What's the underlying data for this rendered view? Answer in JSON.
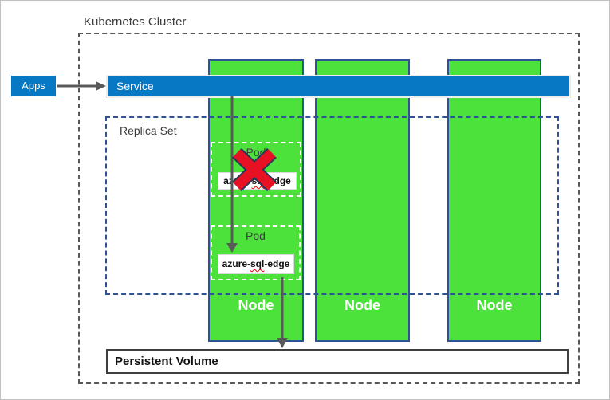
{
  "diagram": {
    "cluster_label": "Kubernetes Cluster",
    "apps_label": "Apps",
    "service_label": "Service",
    "replica_set_label": "Replica Set",
    "pods": [
      {
        "label": "Pod",
        "image_prefix": "azure-",
        "image_typo": "sql",
        "image_suffix": "-edge",
        "status": "failed"
      },
      {
        "label": "Pod",
        "image_prefix": "azure-",
        "image_typo": "sql",
        "image_suffix": "-edge",
        "status": "running"
      }
    ],
    "nodes": [
      {
        "label": "Node"
      },
      {
        "label": "Node"
      },
      {
        "label": "Node"
      }
    ],
    "persistent_volume_label": "Persistent Volume",
    "colors": {
      "node_green": "#4de13c",
      "node_border_navy": "#2e5395",
      "service_blue": "#0778c4",
      "cluster_dash_gray": "#595959",
      "replica_dash_navy": "#2e5395",
      "arrow_gray": "#595959",
      "failure_red": "#e81123",
      "failure_outline_navy": "#24385b"
    }
  }
}
